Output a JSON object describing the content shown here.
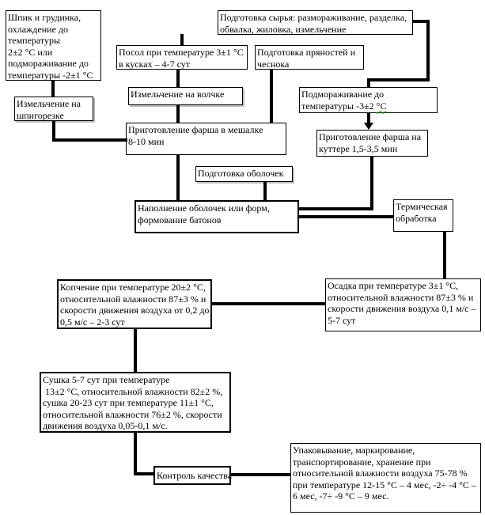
{
  "diagram": {
    "type": "flowchart",
    "language": "ru",
    "colors": {
      "line": "#000000",
      "box_border": "#000000",
      "background": "#ffffff",
      "spellcheck_underline": "#00a000"
    },
    "nodes": {
      "raw_fat": {
        "text": "Шпик и грудинка,\nохлаждение до\nтемпературы\n2±2 °С или\nподмораживание до\nтемпературы -2±1 °С"
      },
      "raw_prep": {
        "text": "Подготовка сырья: размораживание, разделка,\nобвалка, жиловка, измельчение"
      },
      "salting": {
        "text": "Посол при температуре 3±1 °С\nв кусках – 4-7 сут"
      },
      "spices": {
        "text": "Подготовка пряностей и\nчеснока"
      },
      "shpig_grinding": {
        "text": "Измельчение на\nшпигорезке"
      },
      "volchok_grinding": {
        "text": "Измельчение на волчке"
      },
      "freezing": {
        "text_prefix": "Подмораживание до\nтемпературы -3±2 ",
        "text_flagged": "°С"
      },
      "mixer_farsh": {
        "text": "Приготовление фарша в мешалке\n8-10 мин"
      },
      "kutter_farsh": {
        "text": "Приготовление фарша на\nкуттере 1,5-3,5 мин"
      },
      "casings": {
        "text": "Подготовка оболочек"
      },
      "filling": {
        "text": "Наполнение оболочек или форм,\nформование батонов"
      },
      "thermal": {
        "text": "Термическая\nобработка"
      },
      "smoking": {
        "text": "Копчение при температуре 20±2 °С,\nотносительной влажности 87±3 % и\nскорости движения воздуха от 0,2 до\n0,5 м/с – 2-3 сут"
      },
      "settling": {
        "text": "Осадка при температуре 3±1 °С,\nотносительной влажности 87±3 % и\nскорости движения воздуха 0,1 м/с –\n5-7 сут"
      },
      "drying": {
        "text": "Сушка 5-7 сут при температуре\n 13±2 °С, относительной влажности 82±2 %,\nсушка 20-23 сут при температуре 11±1 °С,\nотносительной влажности 76±2 %, скорости\nдвижения воздуха 0,05-0,1 м/с."
      },
      "quality": {
        "text": "Контроль качества"
      },
      "packaging": {
        "text": "Упаковывание, маркирование,\nтранспортирование, хранение при\nотносительной влажности воздуха 75-78 %\nпри температуре 12-15 °С – 4 мес, -2÷ -4 °С –\n6 мес, -7÷ -9 °С – 9 мес."
      }
    }
  }
}
